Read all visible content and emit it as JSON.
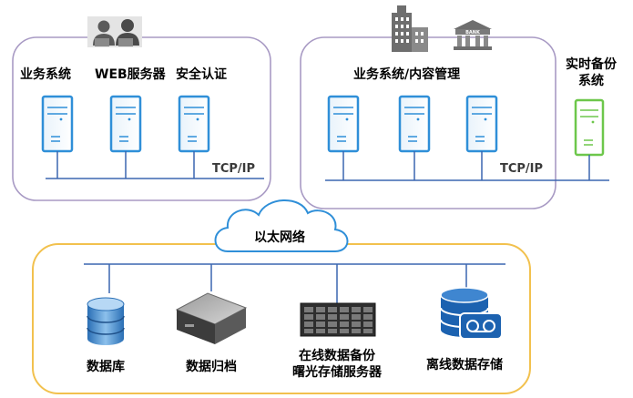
{
  "left_group": {
    "labels": [
      "业务系统",
      "WEB服务器",
      "安全认证"
    ],
    "protocol": "TCP/IP",
    "icon": "users-at-computer-icon"
  },
  "right_group": {
    "label": "业务系统/内容管理",
    "protocol": "TCP/IP",
    "icons": [
      "office-building-icon",
      "bank-building-icon"
    ]
  },
  "backup_server": {
    "label_line1": "实时备份",
    "label_line2": "系统",
    "color": "#6dc74b"
  },
  "network": {
    "label": "以太网络"
  },
  "storage_group": {
    "items": [
      {
        "name": "database",
        "icon": "database-icon",
        "label": "数据库"
      },
      {
        "name": "archive",
        "icon": "archive-box-icon",
        "label": "数据归档"
      },
      {
        "name": "online-backup",
        "icon": "rack-storage-icon",
        "label": "在线数据备份",
        "label2": "曙光存储服务器"
      },
      {
        "name": "offline-storage",
        "icon": "tape-storage-icon",
        "label": "离线数据存储"
      }
    ]
  },
  "colors": {
    "server_blue": "#2f8fd8",
    "line_blue": "#3b66b0",
    "box_purple": "#a89ac4",
    "box_gold": "#f2c14e"
  }
}
